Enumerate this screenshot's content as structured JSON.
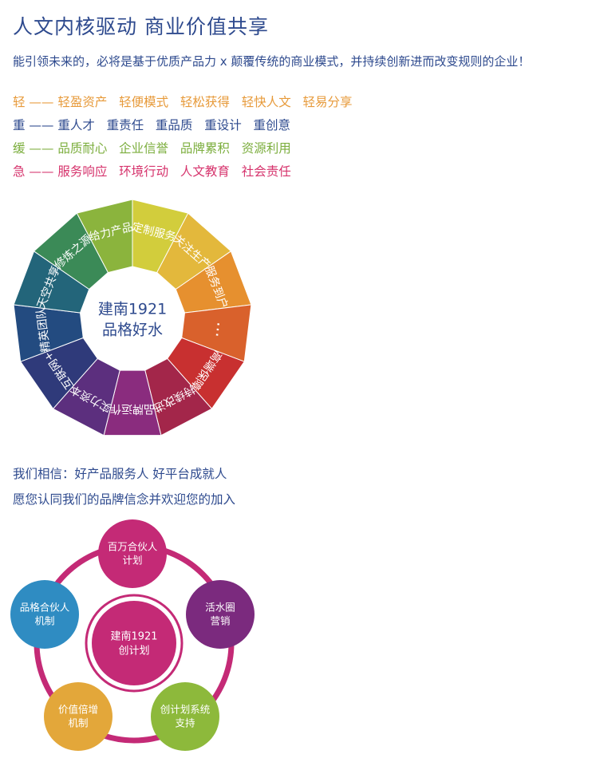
{
  "header": {
    "title": "人文内核驱动  商业价值共享",
    "subtitle": "能引领未来的，必将是基于优质产品力 x 颠覆传统的商业模式，并持续创新进而改变规则的企业！"
  },
  "principles": [
    {
      "text": "轻 —— 轻盈资产   轻便模式   轻松获得   轻快人文   轻易分享",
      "color": "#e79a3a"
    },
    {
      "text": "重 —— 重人才   重责任   重品质   重设计   重创意",
      "color": "#2e4a8e"
    },
    {
      "text": "缓 —— 品质耐心   企业信誉   品牌累积   资源利用",
      "color": "#7cae3e"
    },
    {
      "text": "急 —— 服务响应   环境行动   人文教育   社会责任",
      "color": "#d6336c"
    }
  ],
  "wheel": {
    "center": [
      "建南1921",
      "品格好水"
    ],
    "segments": [
      {
        "label": "给力产品",
        "color": "#8bb43d"
      },
      {
        "label": "定制服务",
        "color": "#d2cd3c"
      },
      {
        "label": "关注生产",
        "color": "#e3b83c"
      },
      {
        "label": "服务到户",
        "color": "#e6902f"
      },
      {
        "label": "…",
        "color": "#d9612c"
      },
      {
        "label": "高端保障",
        "color": "#c83030"
      },
      {
        "label": "持续改进",
        "color": "#a3264a"
      },
      {
        "label": "品牌运作",
        "color": "#8a2c7e"
      },
      {
        "label": "实力资本",
        "color": "#5c2f7e"
      },
      {
        "label": "互联网+",
        "color": "#2f3a7a"
      },
      {
        "label": "精英团队",
        "color": "#234b80"
      },
      {
        "label": "天空共享",
        "color": "#23657a"
      },
      {
        "label": "修炼之源",
        "color": "#3b8a57"
      }
    ]
  },
  "beliefs": [
    "我们相信：好产品服务人  好平台成就人",
    "愿您认同我们的品牌信念并欢迎您的加入"
  ],
  "network": {
    "center": {
      "lines": [
        "建南1921",
        "创计划"
      ],
      "color": "#c42a76"
    },
    "ring_color": "#c42a76",
    "nodes": [
      {
        "lines": [
          "百万合伙人",
          "计划"
        ],
        "color": "#c42a76"
      },
      {
        "lines": [
          "活水圈",
          "营销"
        ],
        "color": "#7b2a7e"
      },
      {
        "lines": [
          "创计划系统",
          "支持"
        ],
        "color": "#8db93b"
      },
      {
        "lines": [
          "价值倍增",
          "机制"
        ],
        "color": "#e3a73a"
      },
      {
        "lines": [
          "品格合伙人",
          "机制"
        ],
        "color": "#2f8cc2"
      }
    ]
  }
}
